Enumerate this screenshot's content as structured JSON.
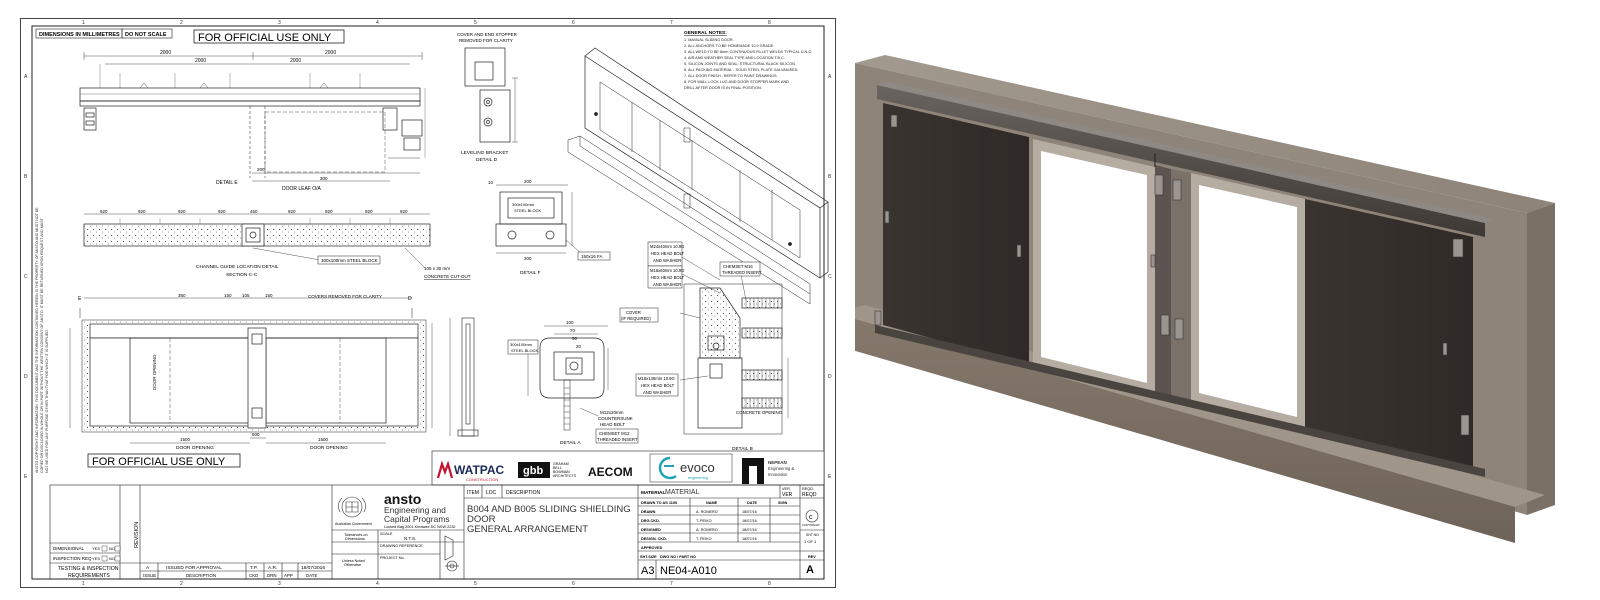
{
  "drawing": {
    "dims_label": "DIMENSIONS IN MILLIMETRES",
    "scale_label": "DO NOT SCALE",
    "official_use": "FOR OFFICIAL USE ONLY",
    "grid_cols": [
      "1",
      "2",
      "3",
      "4",
      "5",
      "6",
      "7",
      "8"
    ],
    "grid_rows": [
      "A",
      "B",
      "C",
      "D",
      "E"
    ],
    "notes": {
      "title": "GENERAL NOTES:",
      "items": [
        "1. MANUAL SLIDING DOOR.",
        "2. ALL ANCHORS TO BE HOMEMADE 10.9 GRADE.",
        "3. ALL WELD TO BE 8mm CONTINUOUS FILLET WELDS   TYPICAL U.N.O.",
        "4. AIR AND WEATHER SEAL TYPE AND LOCATION T.B.C.",
        "5. SILICON JOINTS AND SEAL: STRUCTURAL BLACK SILICON.",
        "6. ALL PACKING MATERIAL - SOLID STEEL PLATE GALVANISED.",
        "7. ALL DOOR FINISH : REFER TO PAINT DRAWINGS.",
        "8. FOR WALL LOCK LUG AND DOOR STOPPER MARK AND",
        "   DRILL AFTER DOOR IS IN FINAL POSITION."
      ]
    },
    "details": {
      "detail_e": "DETAIL E",
      "door_leaf": "DOOR LEAF O/A",
      "channel_guide": "CHANNEL GUIDE LOCATION DETAIL",
      "section_cc": "SECTION C-C",
      "steel_block": "300x100mm STEEL BLOCK",
      "concrete_cutout_dim": "105 x 30 mm",
      "concrete_cutout": "CONCRETE CUT-OUT",
      "covers_removed": "COVERS REMOVED FOR CLARITY",
      "cover_stopper_1": "COVER AND END STOPPER",
      "cover_stopper_2": "REMOVED FOR CLARITY",
      "levelling_bracket": "LEVELING BRACKET",
      "detail_d": "DETAIL D",
      "detail_f": "DETAIL F",
      "flat_bar": "150x16 FA",
      "detail_a": "DETAIL A",
      "detail_b": "DETAIL B",
      "door_opening": "DOOR OPENING",
      "bolt_1a": "M24x40mm 10.9G",
      "bolt_1b": "HEX HEAD BOLT",
      "bolt_1c": "AND WASHER",
      "bolt_2a": "M16x60mm 10.9G",
      "chemset_1": "CHEMSET M16",
      "chemset_2": "THREADED INSERT",
      "cover_1": "COVER",
      "cover_2": "(IF REQUIRED)",
      "bolt_3a": "M16x140mm 10.9G",
      "csk_1": "M12x20mm",
      "csk_2": "COUNTERSUNK",
      "csk_3": "HEAD BOLT",
      "chemset_m12_1": "CHEMSET M12",
      "chemset_m12_2": "THREADED INSERT",
      "concrete_opening": "CONCRETE OPENING",
      "dims": [
        "2000",
        "2000",
        "2000",
        "2000",
        "920",
        "920",
        "920",
        "920",
        "920",
        "920",
        "920",
        "920",
        "450",
        "260",
        "200",
        "300",
        "100",
        "200",
        "1500",
        "1500",
        "600",
        "360",
        "150",
        "105",
        "150",
        "100",
        "70",
        "50",
        "20",
        "200",
        "10"
      ]
    },
    "logos": {
      "watpac": "WATPAC",
      "watpac_sub": "CONSTRUCTION",
      "gbb": "gbb",
      "gbb_sub_1": "GRAHAM",
      "gbb_sub_2": "BELL",
      "gbb_sub_3": "BOWMAN",
      "gbb_sub_4": "ARCHITECTS",
      "aecom": "AECOM",
      "evoco": "evoco",
      "evoco_sub": "engineering",
      "nepean_1": "NEPEAN",
      "nepean_2": "Engineering &",
      "nepean_3": "Innovation"
    },
    "title_block": {
      "revision_label": "REVISION",
      "dimensional": "DIMENSIONAL",
      "inspection_req": "INSPECTION REQ",
      "yes": "YES",
      "no": "NO",
      "testing_1": "TESTING & INSPECTION",
      "testing_2": "REQUIREMENTS",
      "rev_row": {
        "issue": "A",
        "description": "ISSUED FOR APPROVAL",
        "ckd": "T.P.",
        "drn": "A.R.",
        "app": "",
        "date": "18/07/2016"
      },
      "rev_headers": {
        "issue": "ISSUE",
        "description": "DESCRIPTION",
        "ckd": "CKD",
        "drn": "DRN",
        "app": "APP",
        "date": "DATE"
      },
      "item_headers": [
        "ITEM",
        "LOC",
        "DESCRIPTION"
      ],
      "ansto": "ansto",
      "eng_1": "Engineering and",
      "eng_2": "Capital Programs",
      "address": "Locked Bag 2001 Kirrawee DC NSW 2232",
      "gov": "Australian Government",
      "tolerances_1": "Tolerances on",
      "tolerances_2": "Dimensions",
      "scale": "SCALE",
      "scale_val": "N.T.S.",
      "drawing_ref": "DRAWING REFERENCE",
      "project_no": "PROJECT No.",
      "unless_1": "Unless Noted",
      "unless_2": "Otherwise",
      "title_1": "B004 AND B005 SLIDING SHIELDING",
      "title_2": "DOOR",
      "title_3": "GENERAL ARRANGEMENT",
      "material_label": "MATERIAL",
      "material_val": "MATERIAL",
      "ver_label": "VER.",
      "ver_val": "VER",
      "reqd_label": "REQD.",
      "reqd_val": "REQD",
      "drawn_to": "DRAWN TO AS 1100",
      "name_label": "NAME",
      "date_label": "DATE",
      "sign_label": "SIGN",
      "drawn": {
        "label": "DRAWN",
        "name": "A. ROMERO",
        "date": "18/07/16"
      },
      "drg_ckd": {
        "label": "DRG.CKD.",
        "name": "T. PEIKO",
        "date": "18/07/16"
      },
      "designed": {
        "label": "DESIGNED",
        "name": "A. ROMERO",
        "date": "18/07/16"
      },
      "design_ckd": {
        "label": "DESIGN. CKD.",
        "name": "T. PEIKO",
        "date": "18/07/16"
      },
      "approved": "APPROVED",
      "sht_size_label": "SHT.SIZE",
      "dwg_no_label": "DWG NO / PART NO",
      "sht_size": "A3",
      "dwg_no": "NE04-A010",
      "rev_label": "REV",
      "rev_val": "A",
      "sheet_label": "SHT NO",
      "sheet_val": "1 OF 1",
      "copyright": "COPYRIGHT",
      "side_notes": [
        "ANSTO COPYRIGHT AND INFORMATION. THIS DOCUMENT AND THE INFORMATION CONTAINED HEREIN IS THE PROPERTY OF ANSTO AND MUST NOT BE",
        "COPIED OR DISCLOSED IN WHOLE OR IN PART WITHOUT THE WRITTEN CONSENT OF ANSTO. IT MUST BE RETURNED UPON REQUEST AND MUST",
        "NOT BE USED FOR ANY PURPOSE OTHER THAN THAT FOR WHICH IT IS SUPPLIED."
      ]
    }
  },
  "colors": {
    "line": "#2a2a2a",
    "concrete": "#8a8075",
    "door_panel": "#3b3633",
    "watpac_red": "#c8102e",
    "evoco_teal": "#1fa3b5"
  }
}
